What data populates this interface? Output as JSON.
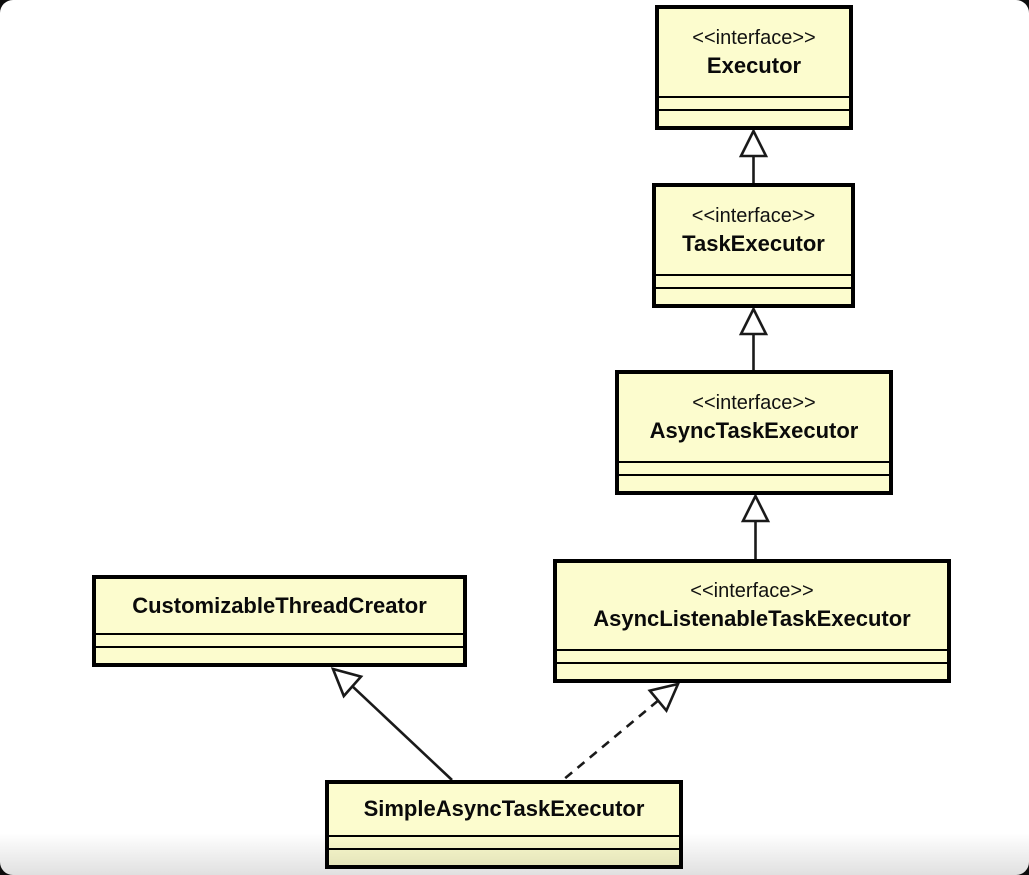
{
  "diagram": {
    "type": "uml-class-diagram",
    "colors": {
      "node_fill": "#FCFCCE",
      "node_border": "#000000",
      "edge": "#1a1a1a",
      "page_background": "#ffffff"
    },
    "nodes": [
      {
        "id": "executor",
        "stereotype": "<<interface>>",
        "name": "Executor"
      },
      {
        "id": "task-executor",
        "stereotype": "<<interface>>",
        "name": "TaskExecutor"
      },
      {
        "id": "async-task-executor",
        "stereotype": "<<interface>>",
        "name": "AsyncTaskExecutor"
      },
      {
        "id": "async-listenable-task-executor",
        "stereotype": "<<interface>>",
        "name": "AsyncListenableTaskExecutor"
      },
      {
        "id": "customizable-thread-creator",
        "stereotype": "",
        "name": "CustomizableThreadCreator"
      },
      {
        "id": "simple-async-task-executor",
        "stereotype": "",
        "name": "SimpleAsyncTaskExecutor"
      }
    ],
    "edges": [
      {
        "from": "TaskExecutor",
        "to": "Executor",
        "type": "generalization",
        "line": "solid"
      },
      {
        "from": "AsyncTaskExecutor",
        "to": "TaskExecutor",
        "type": "generalization",
        "line": "solid"
      },
      {
        "from": "AsyncListenableTaskExecutor",
        "to": "AsyncTaskExecutor",
        "type": "generalization",
        "line": "solid"
      },
      {
        "from": "SimpleAsyncTaskExecutor",
        "to": "CustomizableThreadCreator",
        "type": "generalization",
        "line": "solid"
      },
      {
        "from": "SimpleAsyncTaskExecutor",
        "to": "AsyncListenableTaskExecutor",
        "type": "realization",
        "line": "dashed"
      }
    ]
  }
}
